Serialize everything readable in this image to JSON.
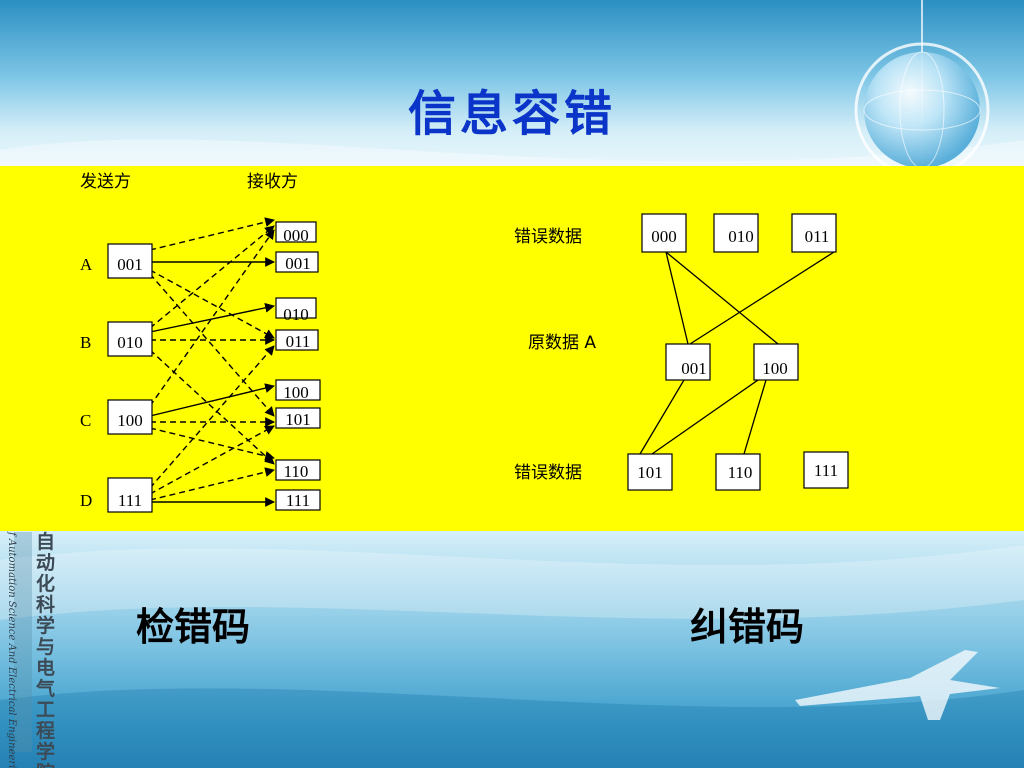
{
  "slide": {
    "title": "信息容错",
    "caption_left": "检错码",
    "caption_right": "纠错码",
    "school_cn": "自动化科学与电气工程学院",
    "school_en": "f Automation Science And Electrical Engineering"
  },
  "detection": {
    "sender_label": "发送方",
    "receiver_label": "接收方",
    "senders": [
      {
        "letter": "A",
        "code": "001"
      },
      {
        "letter": "B",
        "code": "010"
      },
      {
        "letter": "C",
        "code": "100"
      },
      {
        "letter": "D",
        "code": "111"
      }
    ],
    "receivers": [
      "000",
      "001",
      "010",
      "011",
      "100",
      "101",
      "110",
      "111"
    ]
  },
  "correction": {
    "error_label_top": "错误数据",
    "original_label": "原数据 A",
    "error_label_bottom": "错误数据",
    "top_codes": [
      "000",
      "010",
      "011"
    ],
    "middle_codes": [
      "001",
      "100"
    ],
    "bottom_codes": [
      "101",
      "110",
      "111"
    ]
  },
  "colors": {
    "title": "#0b34c8",
    "panel": "#ffff00"
  }
}
